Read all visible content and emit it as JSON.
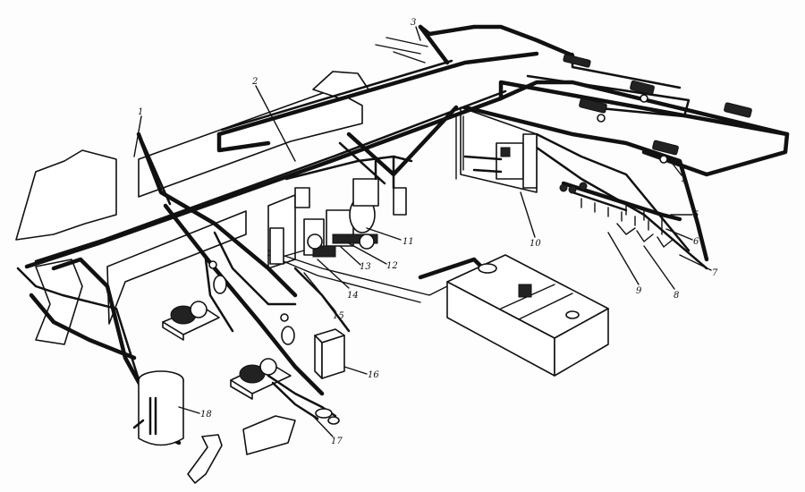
{
  "callouts": [
    {
      "id": "callout-1",
      "text": "1"
    },
    {
      "id": "callout-2",
      "text": "2"
    },
    {
      "id": "callout-3",
      "text": "3"
    },
    {
      "id": "callout-4",
      "text": "4"
    },
    {
      "id": "callout-5",
      "text": "5"
    },
    {
      "id": "callout-6",
      "text": "6"
    },
    {
      "id": "callout-7",
      "text": "7"
    },
    {
      "id": "callout-8",
      "text": "8"
    },
    {
      "id": "callout-9",
      "text": "9"
    },
    {
      "id": "callout-10",
      "text": "10"
    },
    {
      "id": "callout-11",
      "text": "11"
    },
    {
      "id": "callout-12",
      "text": "12"
    },
    {
      "id": "callout-13",
      "text": "13"
    },
    {
      "id": "callout-14",
      "text": "14"
    },
    {
      "id": "callout-15",
      "text": "15"
    },
    {
      "id": "callout-16",
      "text": "16"
    },
    {
      "id": "callout-17",
      "text": "17"
    },
    {
      "id": "callout-18",
      "text": "18"
    }
  ]
}
